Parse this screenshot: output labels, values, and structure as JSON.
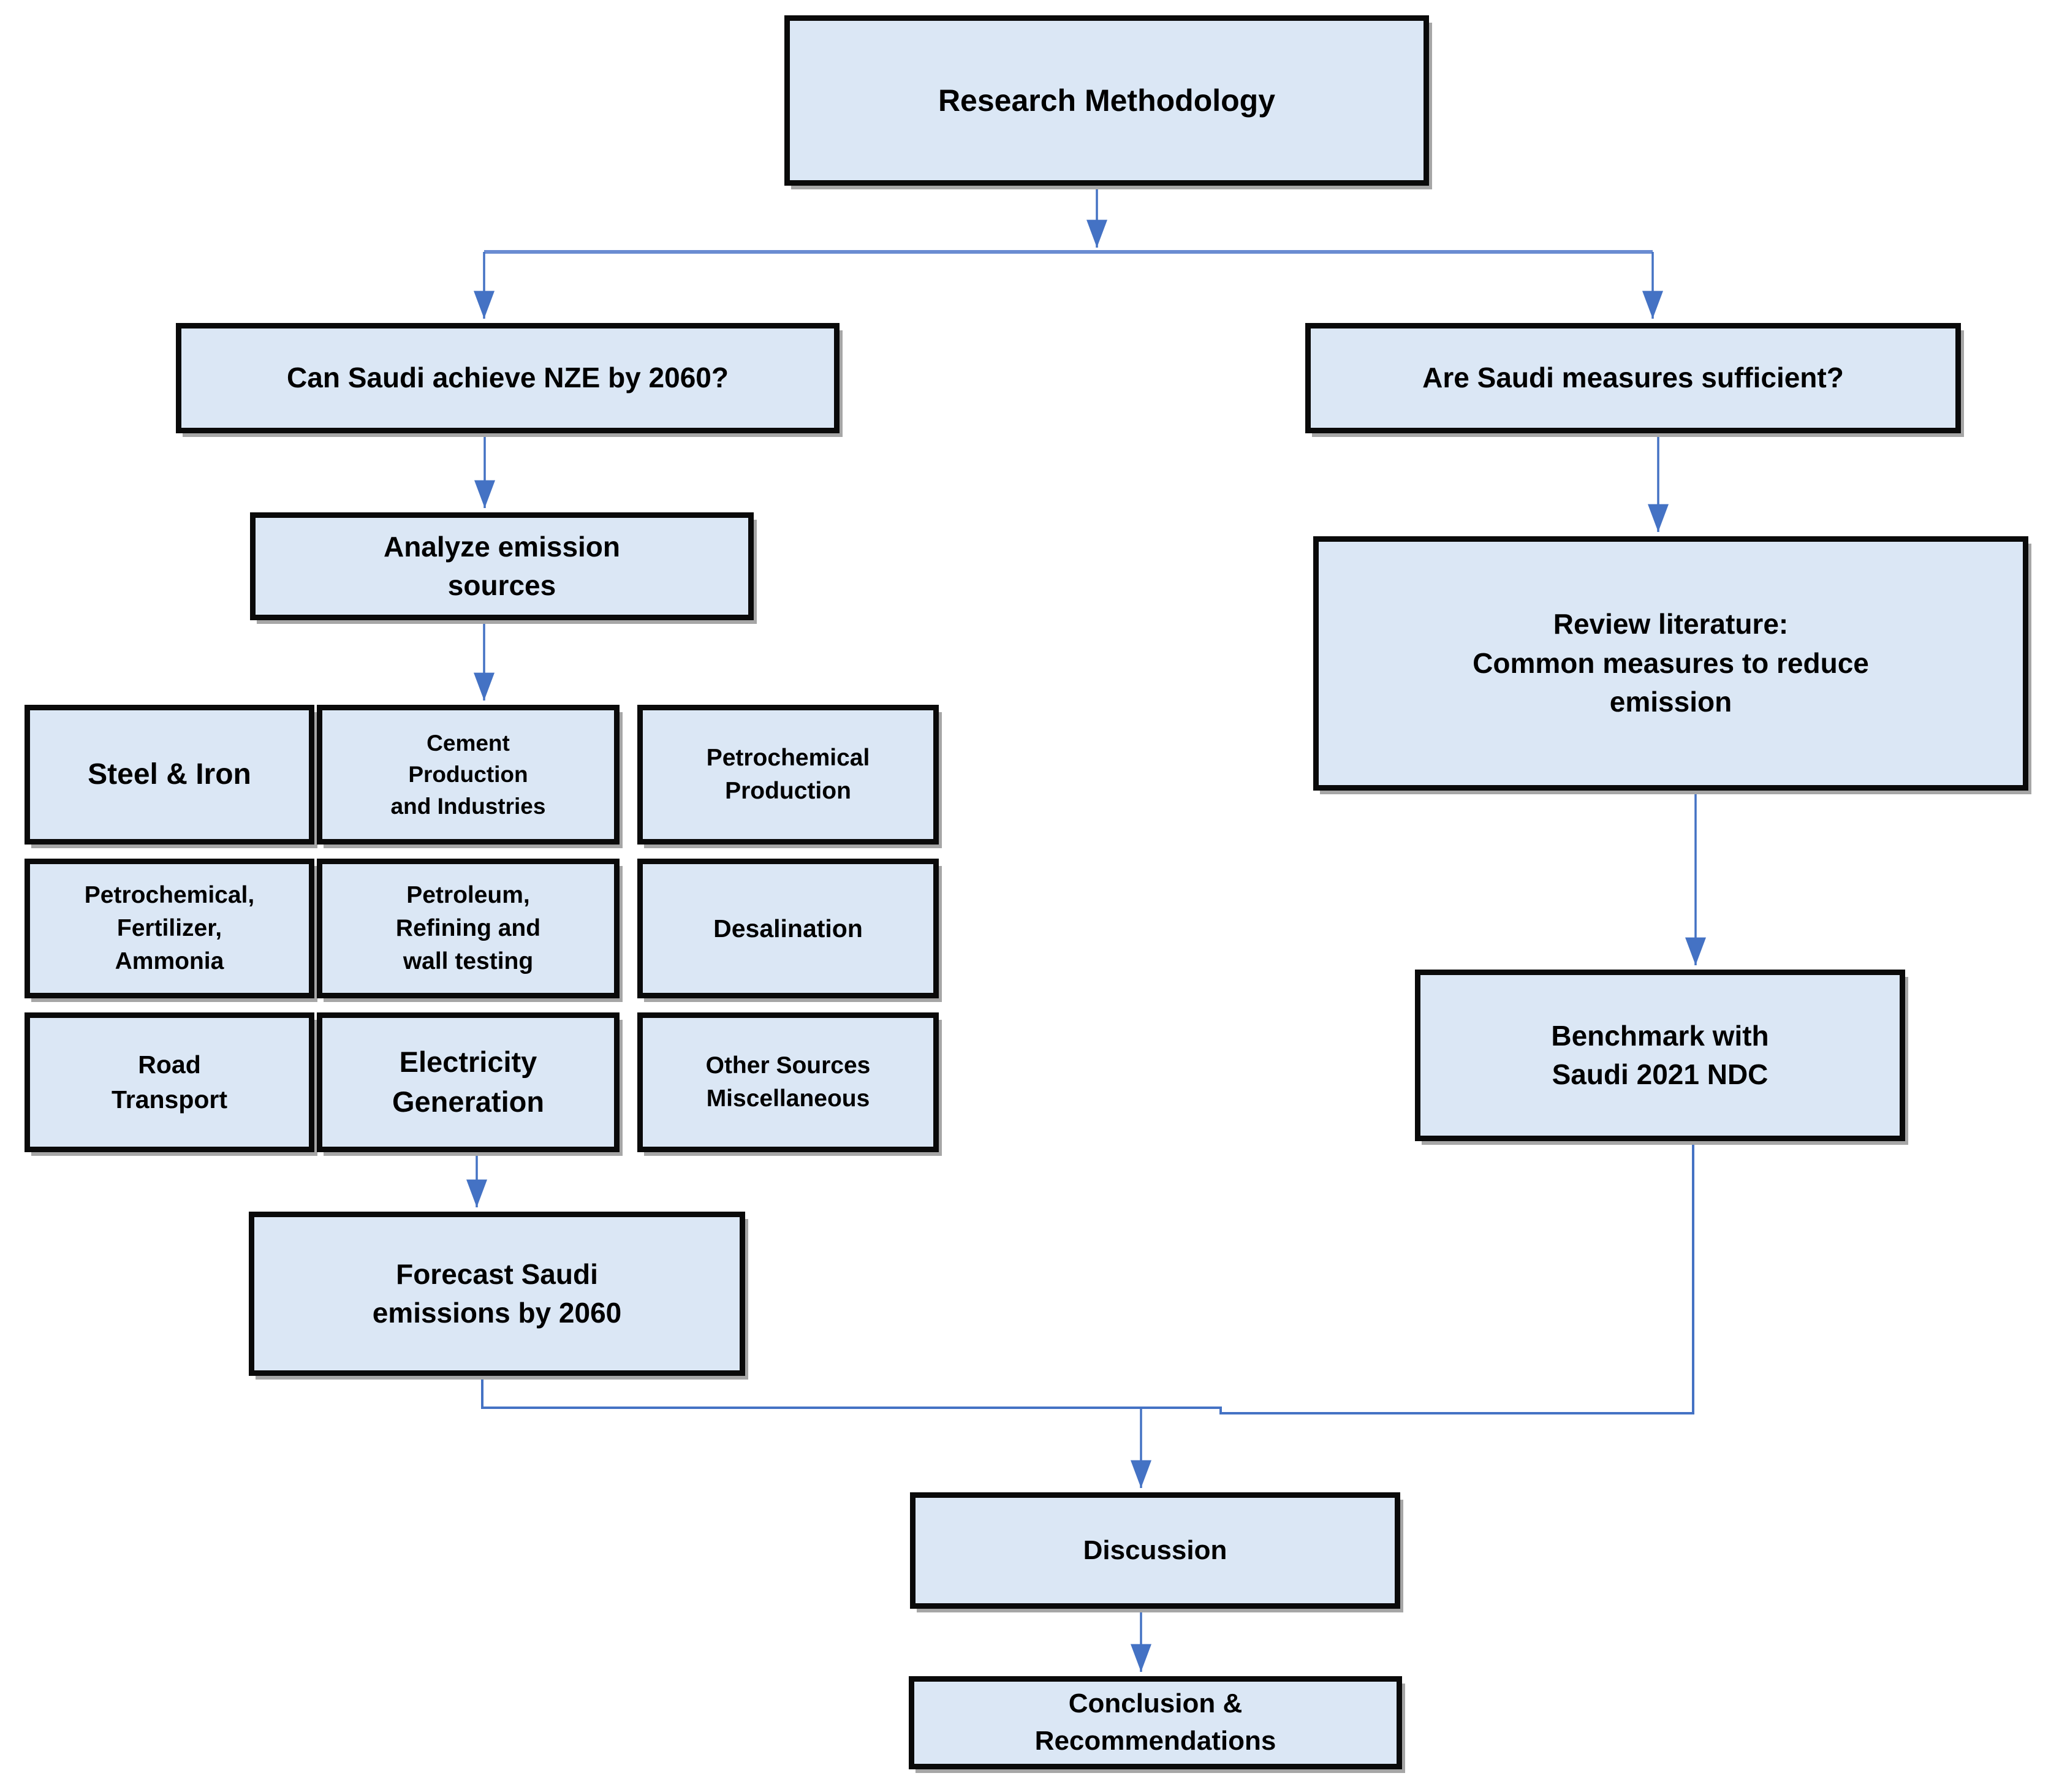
{
  "title": "Research Methodology",
  "colors": {
    "box_fill": "#dbe7f5",
    "box_border": "#0a0a0a",
    "arrow": "#4472c4",
    "branch_line": "#6a8cd2",
    "shadow": "#a6a6a6",
    "text": "#000000",
    "background": "#ffffff"
  },
  "nodes": {
    "research": {
      "label": "Research Methodology"
    },
    "can_saudi": {
      "label": "Can Saudi achieve NZE by 2060?"
    },
    "are_saudi": {
      "label": "Are Saudi measures sufficient?"
    },
    "analyze": {
      "label": "Analyze emission\nsources"
    },
    "steel_iron": {
      "label": "Steel & Iron"
    },
    "cement": {
      "label": "Cement\nProduction\nand Industries"
    },
    "petrochemical_production": {
      "label": "Petrochemical\nProduction"
    },
    "petrochemical_fertilizer": {
      "label": "Petrochemical,\nFertilizer,\nAmmonia"
    },
    "petroleum_refining": {
      "label": "Petroleum,\nRefining and\nwall testing"
    },
    "desalination": {
      "label": "Desalination"
    },
    "road_transport": {
      "label": "Road\nTransport"
    },
    "electricity_generation": {
      "label": "Electricity\nGeneration"
    },
    "other_sources": {
      "label": "Other Sources\nMiscellaneous"
    },
    "forecast": {
      "label": "Forecast Saudi\nemissions by 2060"
    },
    "review_literature": {
      "label": "Review literature:\nCommon measures to reduce\nemission"
    },
    "benchmark": {
      "label": "Benchmark with\nSaudi 2021 NDC"
    },
    "discussion": {
      "label": "Discussion"
    },
    "conclusion": {
      "label": "Conclusion &\nRecommendations"
    }
  },
  "connectors": [
    {
      "from": "research",
      "to": "can_saudi"
    },
    {
      "from": "research",
      "to": "are_saudi"
    },
    {
      "from": "can_saudi",
      "to": "analyze"
    },
    {
      "from": "analyze",
      "to": "emission_sources_grid"
    },
    {
      "from": "electricity_generation",
      "to": "forecast"
    },
    {
      "from": "forecast",
      "to": "discussion"
    },
    {
      "from": "are_saudi",
      "to": "review_literature"
    },
    {
      "from": "review_literature",
      "to": "benchmark"
    },
    {
      "from": "benchmark",
      "to": "discussion"
    },
    {
      "from": "discussion",
      "to": "conclusion"
    }
  ]
}
